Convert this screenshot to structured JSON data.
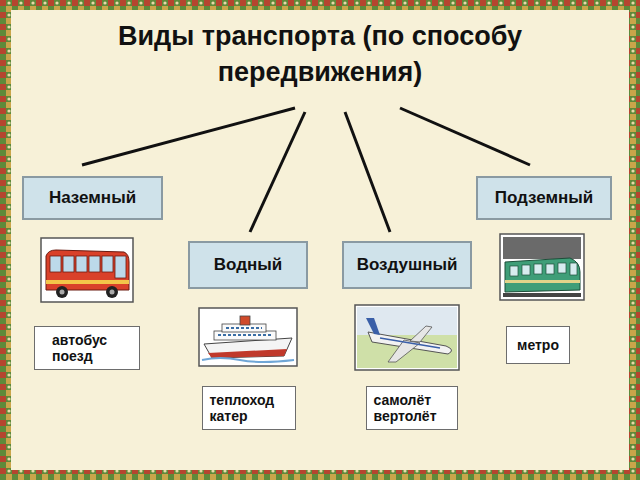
{
  "diagram": {
    "title": "Виды транспорта (по способу передвижения)",
    "nodes": [
      {
        "text": [
          "Наземный"
        ]
      },
      {
        "text": [
          "Подземный"
        ]
      },
      {
        "text": [
          "Водный"
        ]
      },
      {
        "text": [
          "Воздушный"
        ]
      },
      {
        "text": [
          "автобус поезд"
        ]
      },
      {
        "text": [
          "метро"
        ]
      },
      {
        "text": [
          "теплоход катер"
        ]
      },
      {
        "text": [
          "самолёт вертолёт"
        ]
      }
    ]
  }
}
